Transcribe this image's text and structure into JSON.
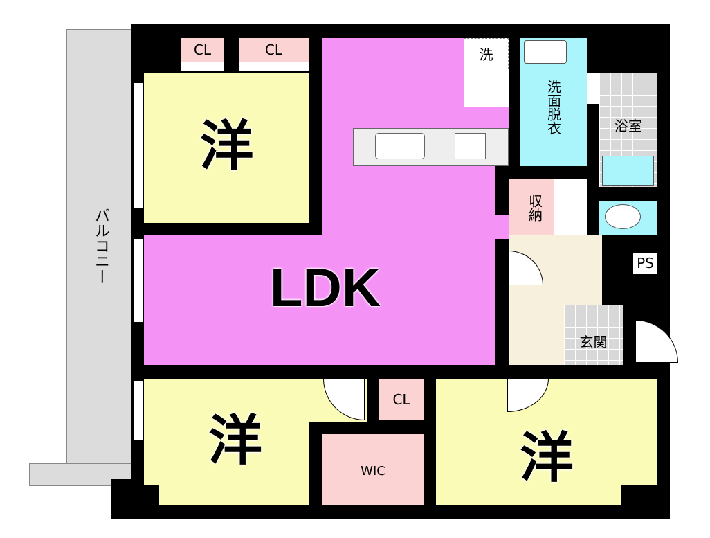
{
  "rooms": {
    "balcony": "バルコニー",
    "western_top": "洋",
    "cl_top_1": "CL",
    "cl_top_2": "CL",
    "ldk": "LDK",
    "laundry": "洗",
    "washroom": "洗面脱衣",
    "bathroom": "浴室",
    "storage": "収納",
    "ps": "PS",
    "entrance": "玄関",
    "western_bottom_left": "洋",
    "cl_bottom": "CL",
    "wic": "WIC",
    "western_bottom_right": "洋"
  },
  "colors": {
    "western": "#fbfbb8",
    "ldk": "#f592f5",
    "closet": "#fbd3d3",
    "wet_area": "#aaf4fb",
    "hall": "#f6f0dc",
    "balcony": "#dcdcdc"
  }
}
